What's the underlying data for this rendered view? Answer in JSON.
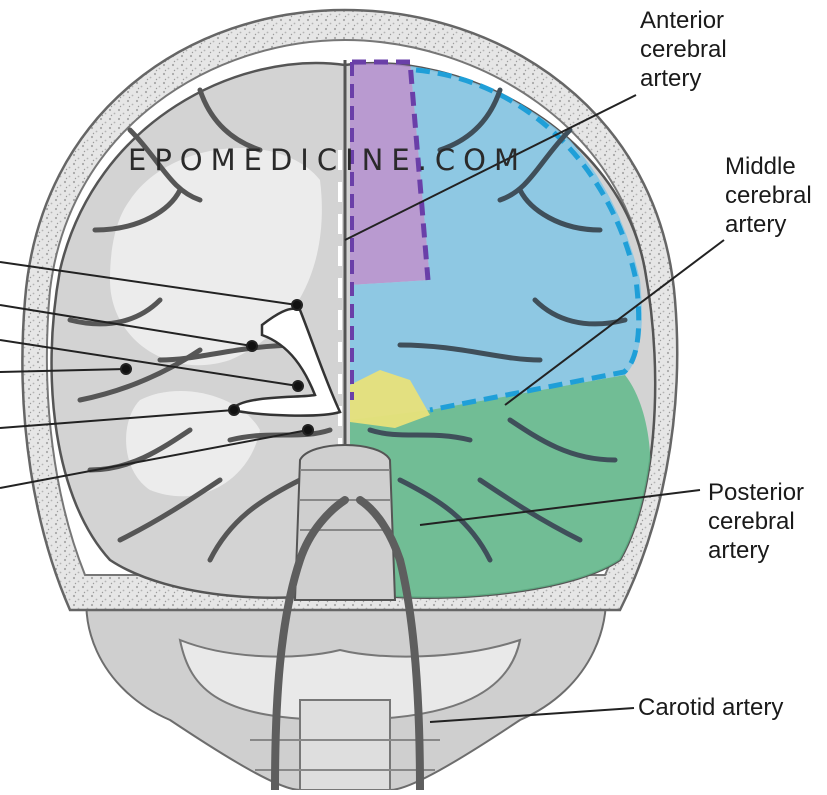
{
  "diagram": {
    "watermark": "EPOMEDICINE.COM",
    "labels": {
      "anterior": "Anterior\ncerebral\nartery",
      "middle": "Middle\ncerebral\nartery",
      "posterior": "Posterior\ncerebral\nartery",
      "carotid": "Carotid artery"
    },
    "territory_colors": {
      "anterior": "#b48fcf",
      "anterior_border": "#6a3fa8",
      "middle": "#86c6e4",
      "middle_border": "#1f9fd8",
      "posterior": "#5fb98a",
      "choroidal": "#e8e27a"
    },
    "bone_color": "#e6e6e6",
    "brain_color": "#d3d3d3",
    "vessel_color": "#565656"
  }
}
